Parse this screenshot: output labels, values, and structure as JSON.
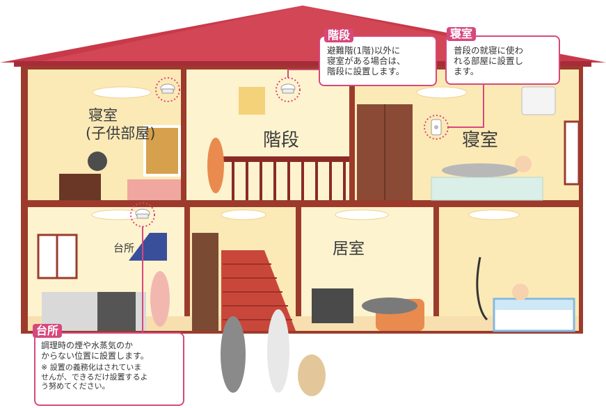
{
  "rooms": {
    "bedroom_child": {
      "line1": "寝室",
      "line2": "(子供部屋)"
    },
    "stairs": "階段",
    "bedroom": "寝室",
    "kitchen": "台所",
    "living": "居室"
  },
  "callouts": {
    "stairs": {
      "title": "階段",
      "lines": [
        "避難階(1階)以外に",
        "寝室がある場合は、",
        "階段に設置します。"
      ]
    },
    "bedroom": {
      "title": "寝室",
      "lines": [
        "普段の就寝に使わ",
        "れる部屋に設置し",
        "ます。"
      ]
    },
    "kitchen": {
      "title": "台所",
      "lines": [
        "調理時の煙や水蒸気のか",
        "からない位置に設置します。"
      ],
      "note_lines": [
        "※ 設置の義務化はされていま",
        "せんが、できるだけ設置するよ",
        "う努めてください。"
      ]
    }
  },
  "colors": {
    "roof": "#c8394a",
    "roof_dark": "#a62c3a",
    "wall_frame": "#9c3b2c",
    "room_wall": "#fbeab6",
    "room_wall_light": "#fdf3cf",
    "accent": "#d6487c",
    "detector_ring": "#e0407a",
    "floor": "#f7dfb0"
  },
  "icons": [
    "smoke-detector-icon",
    "smoke-detector-icon",
    "smoke-detector-icon",
    "smoke-detector-icon"
  ]
}
